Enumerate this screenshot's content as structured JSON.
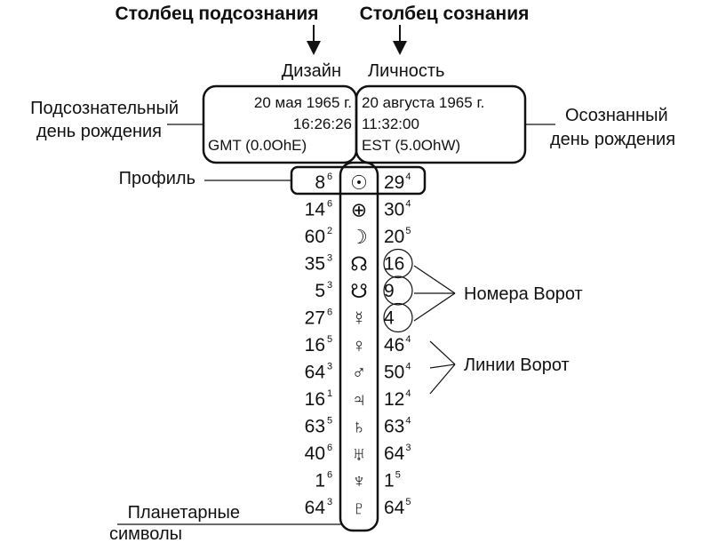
{
  "headers": {
    "subconscious_column": "Столбец подсознания",
    "conscious_column": "Столбец сознания"
  },
  "column_labels": {
    "design": "Дизайн",
    "personality": "Личность"
  },
  "design_box": {
    "date": "20 мая 1965 г.",
    "time": "16:26:26",
    "zone": "GMT (0.0OhE)"
  },
  "personality_box": {
    "date": "20 августа 1965 г.",
    "time": "11:32:00",
    "zone": "EST (5.0OhW)"
  },
  "labels": {
    "subconscious_birthday": [
      "Подсознательный",
      "день рождения"
    ],
    "conscious_birthday": [
      "Осознанный",
      "день рождения"
    ],
    "profile": "Профиль",
    "gate_numbers": "Номера Ворот",
    "gate_lines": "Линии Ворот",
    "planetary_symbols": [
      "Планетарные",
      "символы"
    ]
  },
  "rows": [
    {
      "planet": "sun",
      "symbol": "☉",
      "design_gate": "8",
      "design_line": "6",
      "personality_gate": "29",
      "personality_line": "4"
    },
    {
      "planet": "earth",
      "symbol": "⊕",
      "design_gate": "14",
      "design_line": "6",
      "personality_gate": "30",
      "personality_line": "4"
    },
    {
      "planet": "moon",
      "symbol": "☽",
      "design_gate": "60",
      "design_line": "2",
      "personality_gate": "20",
      "personality_line": "5"
    },
    {
      "planet": "north-node",
      "symbol": "☊",
      "design_gate": "35",
      "design_line": "3",
      "personality_gate": "16",
      "personality_line": ""
    },
    {
      "planet": "south-node",
      "symbol": "☋",
      "design_gate": "5",
      "design_line": "3",
      "personality_gate": "9",
      "personality_line": ""
    },
    {
      "planet": "mercury",
      "symbol": "☿",
      "design_gate": "27",
      "design_line": "6",
      "personality_gate": "4",
      "personality_line": ""
    },
    {
      "planet": "venus",
      "symbol": "♀",
      "design_gate": "16",
      "design_line": "5",
      "personality_gate": "46",
      "personality_line": "4"
    },
    {
      "planet": "mars",
      "symbol": "♂",
      "design_gate": "64",
      "design_line": "3",
      "personality_gate": "50",
      "personality_line": "4"
    },
    {
      "planet": "jupiter",
      "symbol": "♃",
      "design_gate": "16",
      "design_line": "1",
      "personality_gate": "12",
      "personality_line": "4"
    },
    {
      "planet": "saturn",
      "symbol": "♄",
      "design_gate": "63",
      "design_line": "5",
      "personality_gate": "63",
      "personality_line": "4"
    },
    {
      "planet": "uranus",
      "symbol": "♅",
      "design_gate": "40",
      "design_line": "6",
      "personality_gate": "64",
      "personality_line": "3"
    },
    {
      "planet": "neptune",
      "symbol": "♆",
      "design_gate": "1",
      "design_line": "6",
      "personality_gate": "1",
      "personality_line": "5"
    },
    {
      "planet": "pluto",
      "symbol": "♇",
      "design_gate": "64",
      "design_line": "3",
      "personality_gate": "64",
      "personality_line": "5"
    }
  ],
  "circled_rows": [
    3,
    4,
    5
  ],
  "line_pointer_rows": [
    6,
    7,
    8
  ]
}
